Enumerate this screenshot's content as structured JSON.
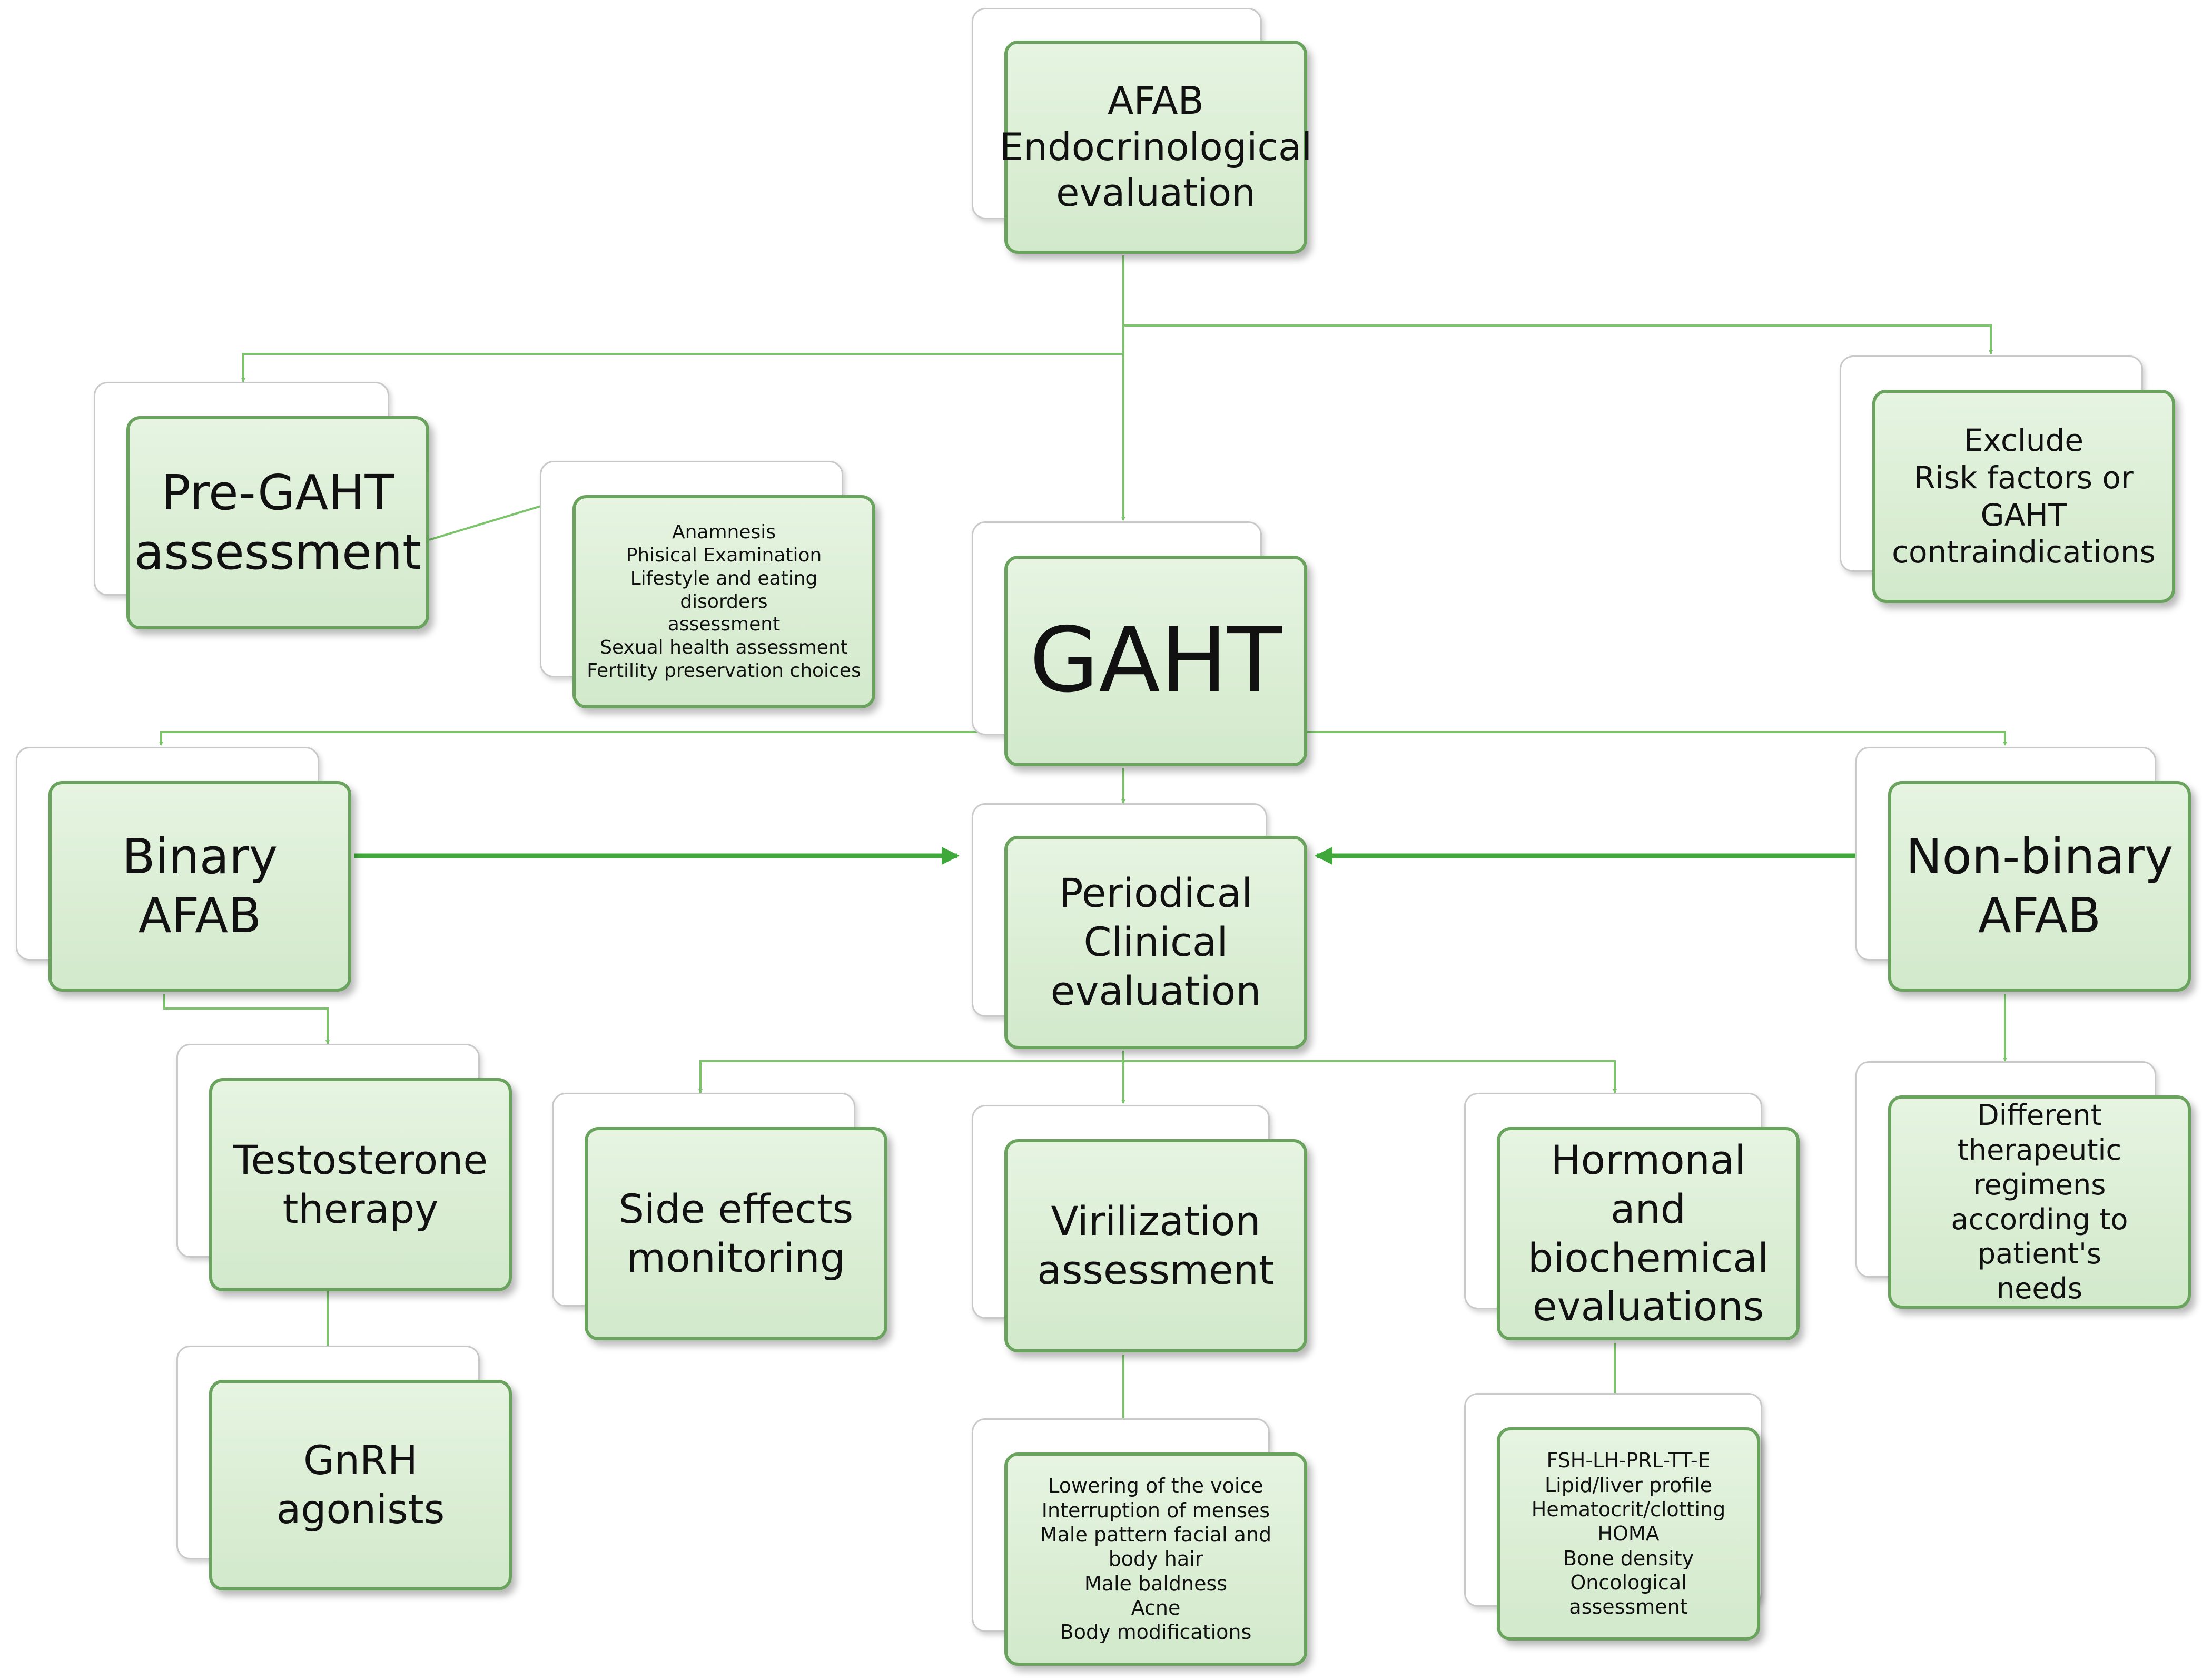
{
  "nodes": {
    "afab_eval": "AFAB\nEndocrinological\nevaluation",
    "pre_gaht": "Pre-GAHT\nassessment",
    "pre_gaht_details": "Anamnesis\nPhisical Examination\nLifestyle and eating disorders\nassessment\nSexual health assessment\nFertility preservation choices",
    "exclude_risk": "Exclude\nRisk factors or\nGAHT\ncontraindications",
    "gaht": "GAHT",
    "binary_afab": "Binary\nAFAB",
    "periodical_eval": "Periodical\nClinical\nevaluation",
    "nonbinary_afab": "Non-binary\nAFAB",
    "testosterone": "Testosterone\ntherapy",
    "gnrh": "GnRH\nagonists",
    "side_effects": "Side effects\nmonitoring",
    "virilization": "Virilization\nassessment",
    "hormonal": "Hormonal and\nbiochemical\nevaluations",
    "therapeutic_regimens": "Different therapeutic\nregimens\naccording to patient's\nneeds",
    "virilization_details": "Lowering of the voice\nInterruption of menses\nMale pattern facial and\nbody hair\nMale baldness\nAcne\nBody modifications",
    "hormonal_details": "FSH-LH-PRL-TT-E\nLipid/liver profile\nHematocrit/clotting\nHOMA\nBone density\nOncological assessment"
  },
  "colors": {
    "box_fill": "#d9eed3",
    "box_border": "#6aa35d",
    "connector": "#7cc46c",
    "arrow": "#3fa83a"
  }
}
